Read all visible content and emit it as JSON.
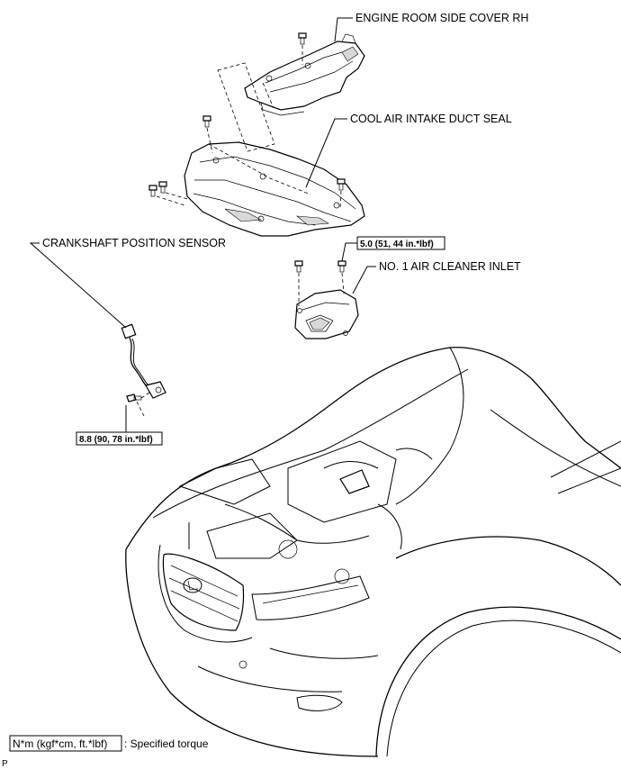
{
  "labels": {
    "side_cover": "ENGINE ROOM SIDE COVER RH",
    "duct_seal": "COOL AIR INTAKE DUCT SEAL",
    "crank_sensor": "CRANKSHAFT POSITION SENSOR",
    "air_inlet": "NO. 1 AIR CLEANER INLET"
  },
  "torques": {
    "air_inlet_bolt": "5.0 (51, 44 in.*lbf)",
    "sensor_bolt": "8.8 (90, 78 in.*lbf)"
  },
  "legend": {
    "unit": "N*m (kgf*cm, ft.*lbf)",
    "description": ": Specified torque"
  },
  "corner_mark": "P",
  "icons": [
    "bolt-icon",
    "lexus-emblem-icon"
  ]
}
